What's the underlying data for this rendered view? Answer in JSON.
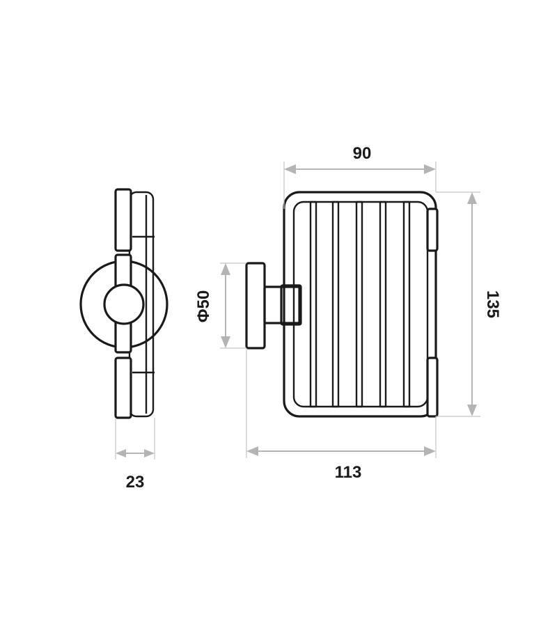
{
  "dimensions": {
    "depth": "23",
    "width_front": "90",
    "width_total": "113",
    "height": "135",
    "backplate_diameter": "Φ50"
  },
  "colors": {
    "outline": "#1a1a1a",
    "dimension": "#b4b4b4",
    "background": "#ffffff"
  }
}
